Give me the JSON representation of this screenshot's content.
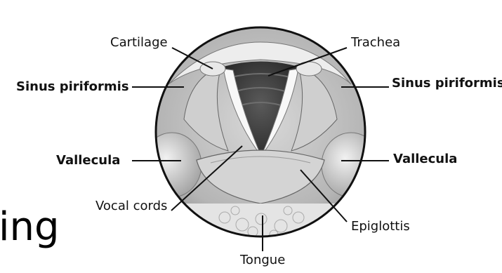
{
  "labels": {
    "cartilage": "Cartilage",
    "trachea": "Trachea",
    "sinus_left": "Sinus piriformis",
    "sinus_right": "Sinus piriformis",
    "vallecula_left": "Vallecula",
    "vallecula_right": "Vallecula",
    "vocal_cords": "Vocal cords",
    "epiglottis": "Epiglottis",
    "tongue": "Tongue"
  },
  "partial_text": "ing"
}
